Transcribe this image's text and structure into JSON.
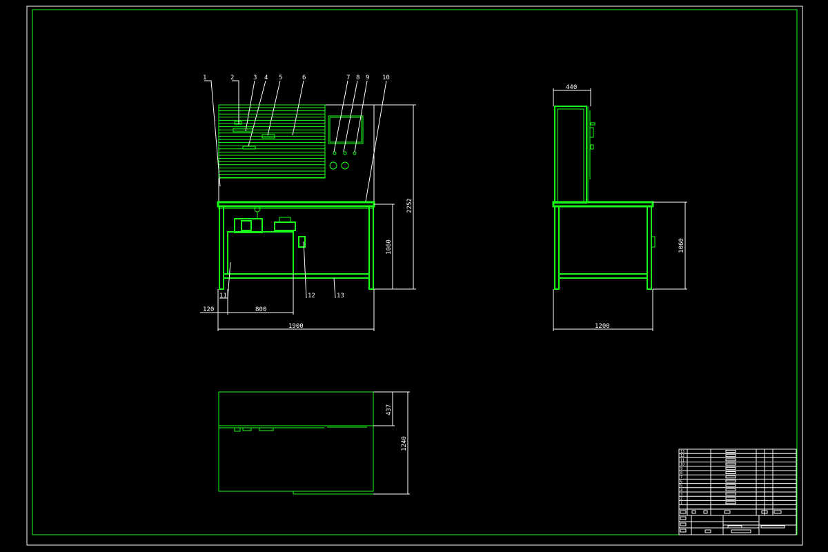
{
  "part_labels": [
    "1",
    "2",
    "3",
    "4",
    "5",
    "6",
    "7",
    "8",
    "9",
    "10",
    "11",
    "12",
    "13"
  ],
  "front_dims": {
    "d120": "120",
    "d800": "800",
    "d1900": "1900",
    "d2252": "2252",
    "d1060": "1060"
  },
  "side_dims": {
    "d440": "440",
    "d1200": "1200",
    "d1060": "1060"
  },
  "top_dims": {
    "d437": "437",
    "d1240": "1240"
  },
  "bom_numbers": [
    "13",
    "12",
    "11",
    "10",
    "9",
    "8",
    "7",
    "6",
    "5",
    "4",
    "3",
    "2",
    "1"
  ],
  "colors": {
    "line": "#19ff19",
    "annotation": "#ffffff",
    "background": "#000000"
  }
}
